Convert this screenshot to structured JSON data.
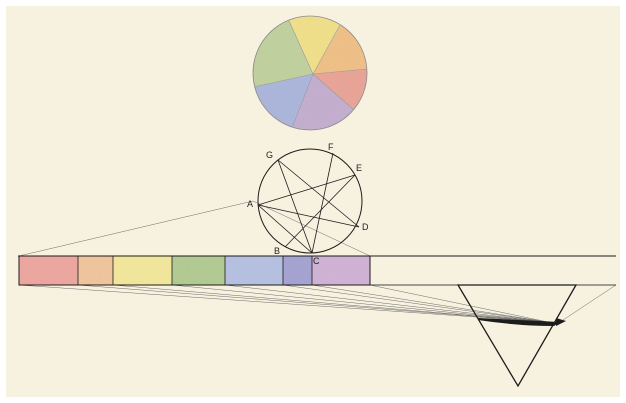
{
  "colors": {
    "paper": "#f7f1e0",
    "frame": "#ffffff",
    "ink": "#1c1c1c",
    "faint_ink": "#8a8a8a"
  },
  "color_wheel": {
    "segments": [
      {
        "name": "yellow",
        "color": "#f3e38e"
      },
      {
        "name": "orange",
        "color": "#f2c38a"
      },
      {
        "name": "red",
        "color": "#eba79a"
      },
      {
        "name": "violet",
        "color": "#c7b1d2"
      },
      {
        "name": "blue",
        "color": "#aeb9de"
      },
      {
        "name": "green",
        "color": "#c3d3a1"
      }
    ]
  },
  "construction_circle": {
    "point_labels": [
      "G",
      "F",
      "E",
      "A",
      "D",
      "B",
      "C"
    ]
  },
  "spectrum_bands": [
    {
      "name": "red",
      "color": "#efaaa2"
    },
    {
      "name": "orange",
      "color": "#f2c8a0"
    },
    {
      "name": "yellow",
      "color": "#f5ea9e"
    },
    {
      "name": "green",
      "color": "#b5cd95"
    },
    {
      "name": "blue",
      "color": "#b9c3e4"
    },
    {
      "name": "indigo",
      "color": "#a8a6d4"
    },
    {
      "name": "violet",
      "color": "#d3b5d8"
    }
  ],
  "prism": {
    "shape": "inverted-triangle"
  }
}
